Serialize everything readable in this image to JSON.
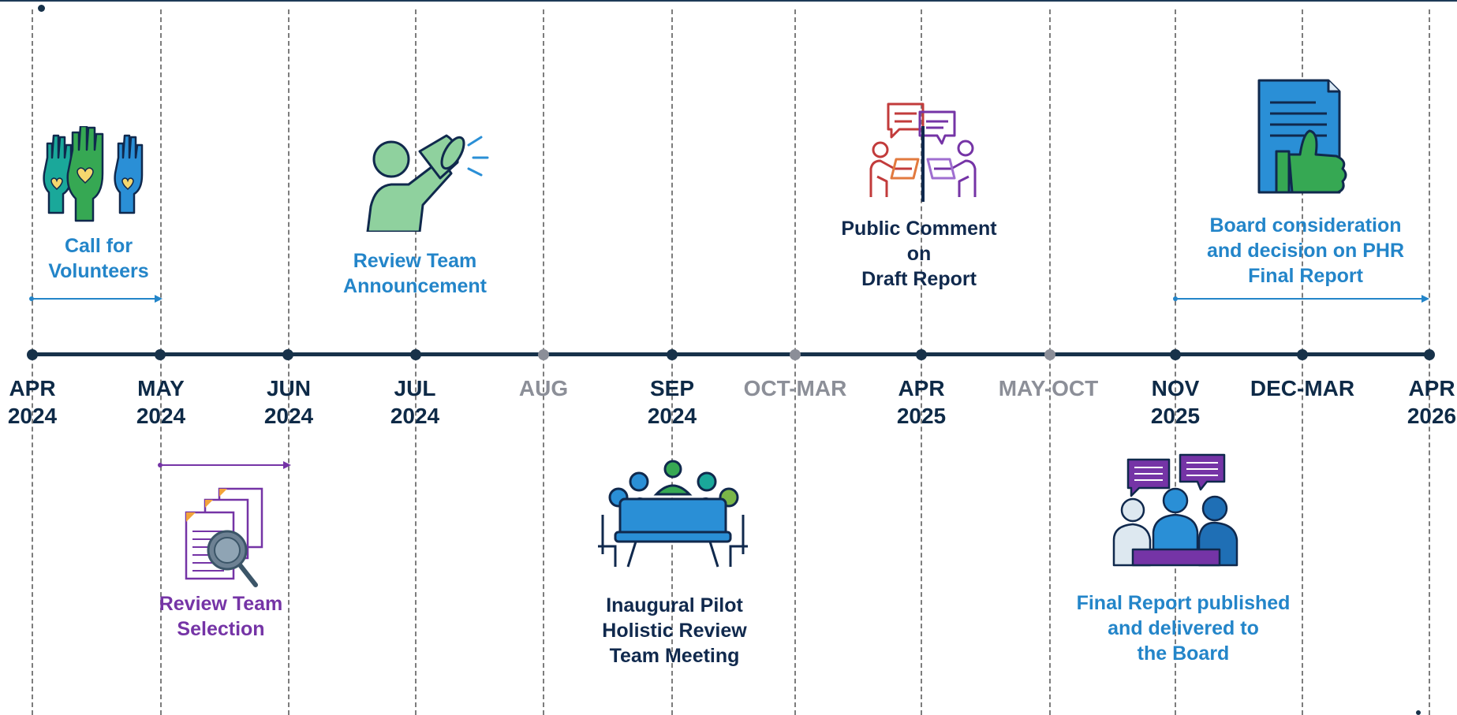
{
  "ticks": [
    {
      "label": "APR\n2024",
      "muted": false
    },
    {
      "label": "MAY\n2024",
      "muted": false
    },
    {
      "label": "JUN\n2024",
      "muted": false
    },
    {
      "label": "JUL\n2024",
      "muted": false
    },
    {
      "label": "AUG",
      "muted": true
    },
    {
      "label": "SEP\n2024",
      "muted": false
    },
    {
      "label": "OCT-MAR",
      "muted": true
    },
    {
      "label": "APR\n2025",
      "muted": false
    },
    {
      "label": "MAY-OCT",
      "muted": true
    },
    {
      "label": "NOV\n2025",
      "muted": false
    },
    {
      "label": "DEC-MAR",
      "muted": false
    },
    {
      "label": "APR\n2026",
      "muted": false
    }
  ],
  "events": {
    "call_for_volunteers": {
      "label": "Call for\nVolunteers",
      "icon": "raised-hands-icon"
    },
    "review_team_selection": {
      "label": "Review Team\nSelection",
      "icon": "documents-magnifier-icon"
    },
    "review_team_announcement": {
      "label": "Review Team\nAnnouncement",
      "icon": "megaphone-person-icon"
    },
    "inaugural_meeting": {
      "label": "Inaugural  Pilot\nHolistic  Review\nTeam Meeting",
      "icon": "conference-table-icon"
    },
    "public_comment": {
      "label": "Public Comment\non\nDraft Report",
      "icon": "discussion-icon"
    },
    "final_report_published": {
      "label": "Final Report published\nand delivered to\nthe Board",
      "icon": "team-chat-icon"
    },
    "board_consideration": {
      "label": "Board consideration\nand decision on PHR\nFinal Report",
      "icon": "thumbs-up-document-icon"
    }
  },
  "colors": {
    "axis": "#17324a",
    "blue": "#2385c9",
    "purple": "#7534a6",
    "navy": "#10294d",
    "muted": "#8c8f98"
  }
}
